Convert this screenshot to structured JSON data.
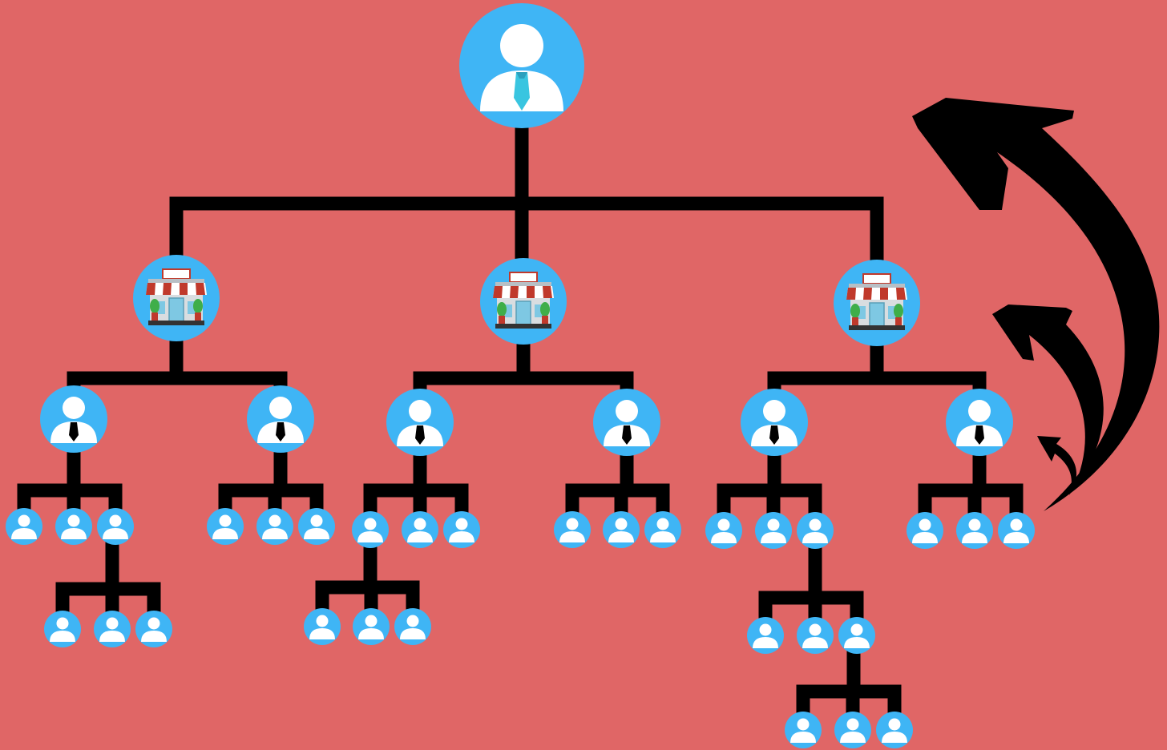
{
  "colors": {
    "background": "#e06666",
    "line": "#000000",
    "node": "#3fb5f5",
    "person": "#ffffff",
    "tie": "#39c5e0",
    "manager_tie": "#000000",
    "store_awning_red": "#c0392b",
    "store_awning_white": "#ffffff",
    "store_wall": "#d9dde0",
    "store_window": "#7ec8e3",
    "store_plant": "#3fae49"
  },
  "hierarchy": {
    "root": {
      "role": "executive",
      "icon": "person-tie-icon"
    },
    "stores": [
      {
        "icon": "storefront-icon",
        "managers": [
          {
            "members": 3,
            "sub_branch_member": 3,
            "sub_members": 3
          },
          {
            "members": 3
          }
        ]
      },
      {
        "icon": "storefront-icon",
        "managers": [
          {
            "members": 3,
            "sub_branch_member": 1,
            "sub_members": 3
          },
          {
            "members": 3
          }
        ]
      },
      {
        "icon": "storefront-icon",
        "managers": [
          {
            "members": 3,
            "sub_branch_member": 3,
            "sub_members": 3,
            "deep_branch_member": 3,
            "deep_members": 3
          },
          {
            "members": 3
          }
        ]
      }
    ]
  },
  "arrows": [
    {
      "name": "large-return-arrow-icon"
    },
    {
      "name": "medium-return-arrow-icon"
    },
    {
      "name": "small-return-arrow-icon"
    }
  ]
}
